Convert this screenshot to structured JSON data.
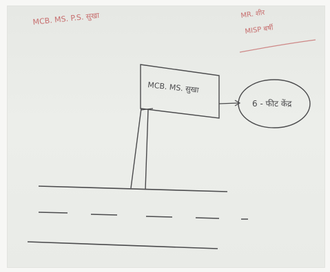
{
  "notes": {
    "top_left": "MCB. MS. P.S. सुखा",
    "top_right_line1": "MR. शीर",
    "top_right_line2": "MISP बर्षी",
    "sign_text": "MCB. MS. सुखा",
    "callout_text": "6 - फीट केंद्र"
  },
  "colors": {
    "paper": "#e9ebe7",
    "pencil": "#4a4a4c",
    "red_pen": "#c76e6e"
  }
}
